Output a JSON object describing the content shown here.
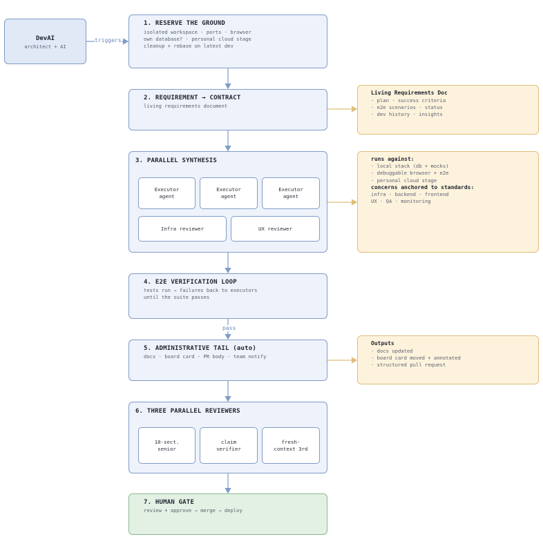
{
  "colors": {
    "edge": "#7f9cc8",
    "note_edge": "#e0bd79"
  },
  "devai": {
    "title": "DevAI",
    "subtitle": "architect + AI"
  },
  "edges": {
    "triggers": "triggers",
    "pass": "pass"
  },
  "steps": [
    {
      "title": "1. RESERVE THE GROUND",
      "lines": [
        "isolated workspace · ports · browser",
        "own database? · personal cloud stage",
        "cleanup + rebase on latest dev"
      ]
    },
    {
      "title": "2. REQUIREMENT → CONTRACT",
      "lines": [
        "living requirements document"
      ]
    },
    {
      "title": "3. PARALLEL SYNTHESIS",
      "boxes": [
        "Executor\nagent",
        "Executor\nagent",
        "Executor\nagent",
        "Infra reviewer",
        "UX reviewer"
      ]
    },
    {
      "title": "4. E2E VERIFICATION LOOP",
      "lines": [
        "tests run → failures back to executors",
        "until the suite passes"
      ]
    },
    {
      "title": "5. ADMINISTRATIVE TAIL (auto)",
      "lines": [
        "docs · board card · PR body · team notify"
      ]
    },
    {
      "title": "6. THREE PARALLEL REVIEWERS",
      "boxes": [
        "10-sect.\nsenior",
        "claim\nverifier",
        "fresh-\ncontext 3rd"
      ]
    },
    {
      "title": "7. HUMAN GATE",
      "lines": [
        "review + approve → merge → deploy"
      ]
    }
  ],
  "notes": [
    {
      "title": "Living Requirements Doc",
      "items": [
        "· plan · success criteria",
        "· e2e scenarios · status",
        "· dev history · insights"
      ]
    },
    {
      "head1": "runs against:",
      "items1": [
        "· local stack (db + mocks)",
        "· debuggable browser + e2e",
        "· personal cloud stage"
      ],
      "head2": "concerns anchored to standards:",
      "items2": [
        "infra · backend · frontend",
        "UX · QA · monitoring"
      ]
    },
    {
      "title": "Outputs",
      "items": [
        "· docs updated",
        "· board card moved + annotated",
        "· structured pull request"
      ]
    }
  ]
}
